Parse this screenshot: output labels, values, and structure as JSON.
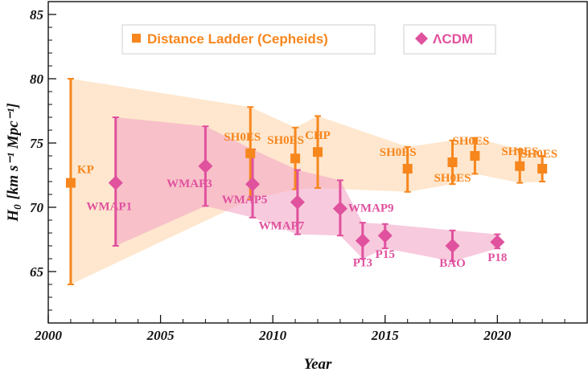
{
  "chart_data": {
    "type": "scatter",
    "xlabel": "Year",
    "ylabel": "H",
    "ylabel_sub": "0",
    "ylabel_unit": "[km s⁻¹ Mpc⁻¹]",
    "xlim": [
      2000,
      2024
    ],
    "ylim": [
      61,
      86
    ],
    "x_ticks": [
      "2000",
      "2005",
      "2010",
      "2015",
      "2020"
    ],
    "y_ticks": [
      "65",
      "70",
      "75",
      "80",
      "85"
    ],
    "x_tick_values": [
      2000,
      2005,
      2010,
      2015,
      2020
    ],
    "y_tick_values": [
      65,
      70,
      75,
      80,
      85
    ],
    "legend_placement": "top",
    "series": [
      {
        "name": "Distance Ladder (Cepheids)",
        "color": "#f7861d",
        "band_color": "#fddfbd",
        "marker": "square",
        "points": [
          {
            "x": 2001,
            "y": 71.9,
            "lo": 64.0,
            "hi": 80.0,
            "label": "KP"
          },
          {
            "x": 2009,
            "y": 74.2,
            "lo": 70.6,
            "hi": 77.8,
            "label": "SH0ES"
          },
          {
            "x": 2011,
            "y": 73.8,
            "lo": 71.4,
            "hi": 76.2,
            "label": "SH0ES"
          },
          {
            "x": 2012,
            "y": 74.3,
            "lo": 71.5,
            "hi": 77.1,
            "label": "CHP"
          },
          {
            "x": 2016,
            "y": 73.0,
            "lo": 71.2,
            "hi": 74.7,
            "label": "SH0ES"
          },
          {
            "x": 2018,
            "y": 73.5,
            "lo": 71.8,
            "hi": 75.2,
            "label": "SH0ES"
          },
          {
            "x": 2019,
            "y": 74.0,
            "lo": 72.6,
            "hi": 75.4,
            "label": "SH0ES"
          },
          {
            "x": 2021,
            "y": 73.2,
            "lo": 71.9,
            "hi": 74.5,
            "label": "SH0ES"
          },
          {
            "x": 2022,
            "y": 73.0,
            "lo": 72.0,
            "hi": 74.0,
            "label": "SH0ES"
          }
        ]
      },
      {
        "name": "ΛCDM",
        "color": "#e0519e",
        "band_color": "#f4a6c7",
        "marker": "diamond",
        "points": [
          {
            "x": 2003,
            "y": 71.9,
            "lo": 67.0,
            "hi": 77.0,
            "label": "WMAP1"
          },
          {
            "x": 2007,
            "y": 73.2,
            "lo": 70.1,
            "hi": 76.3,
            "label": "WMAP3"
          },
          {
            "x": 2009.1,
            "y": 71.8,
            "lo": 69.2,
            "hi": 74.5,
            "label": "WMAP5"
          },
          {
            "x": 2011.1,
            "y": 70.4,
            "lo": 67.9,
            "hi": 72.9,
            "label": "WMAP7"
          },
          {
            "x": 2013,
            "y": 69.9,
            "lo": 67.8,
            "hi": 72.1,
            "label": "WMAP9"
          },
          {
            "x": 2014,
            "y": 67.4,
            "lo": 66.0,
            "hi": 68.8,
            "label": "P13"
          },
          {
            "x": 2015,
            "y": 67.8,
            "lo": 66.8,
            "hi": 68.7,
            "label": "P15"
          },
          {
            "x": 2018,
            "y": 67.0,
            "lo": 65.8,
            "hi": 68.2,
            "label": "BAO"
          },
          {
            "x": 2020,
            "y": 67.3,
            "lo": 66.8,
            "hi": 67.9,
            "label": "P18"
          }
        ]
      }
    ]
  }
}
